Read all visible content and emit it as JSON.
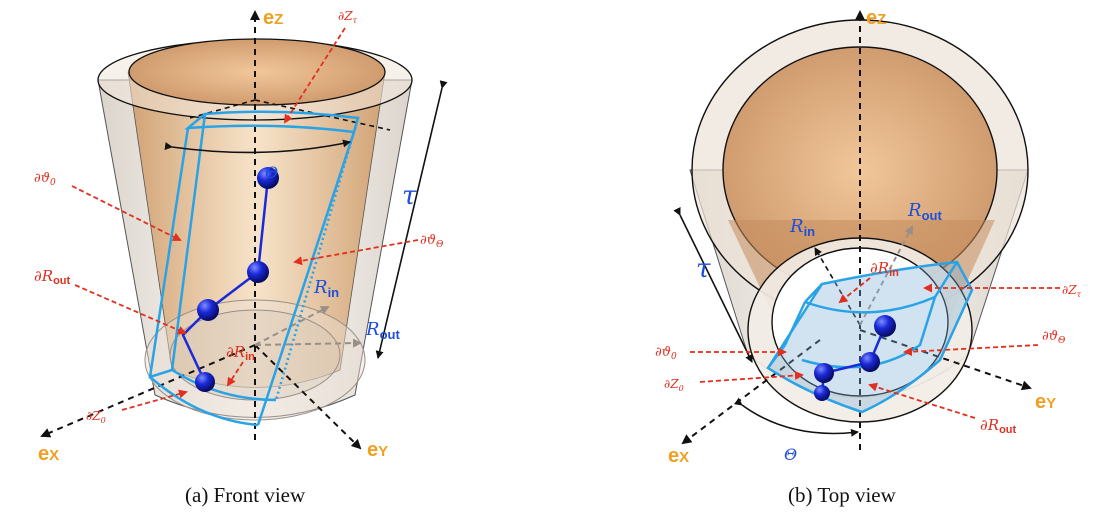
{
  "colors": {
    "axis_label": "#f0a020",
    "blue_label": "#1f4fd8",
    "red_label": "#e03020",
    "segment_outline": "#29a3e6",
    "bead": "#1a2ad8",
    "shell_outer": "#c9b8a3",
    "shell_inner": "#d99a5a"
  },
  "captions": {
    "front": "(a) Front view",
    "top": "(b) Top view"
  },
  "axes": {
    "e_prefix": "e",
    "z": "Z",
    "x": "X",
    "y": "Y"
  },
  "labels": {
    "theta": "Θ",
    "tau": "τ",
    "R": "R",
    "in": "in",
    "out": "out",
    "partial": "∂",
    "vartheta0_sym": "ϑ",
    "vartheta0_sub": "0",
    "varthetaTheta_sym": "ϑ",
    "varthetaTheta_sub": "Θ",
    "Z0_sym": "Z",
    "Z0_sub": "0",
    "Ztau_sym": "Z",
    "Ztau_sub": "τ"
  }
}
